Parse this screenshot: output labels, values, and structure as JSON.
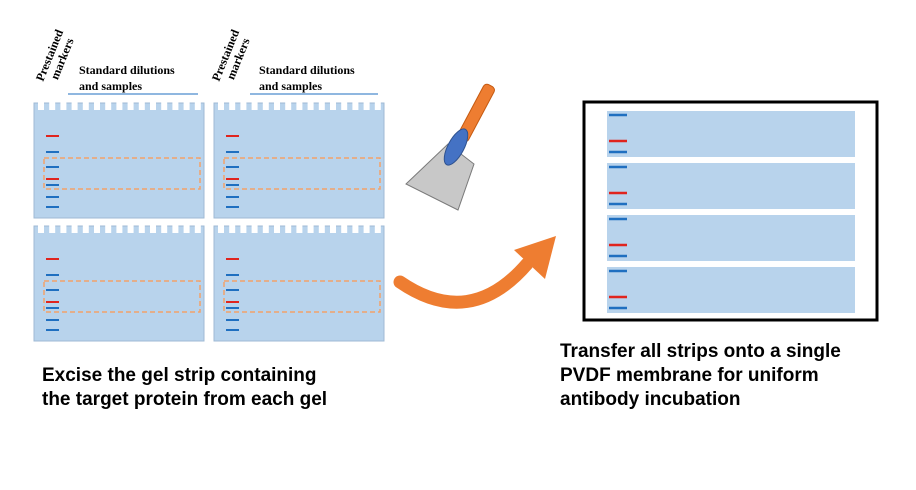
{
  "gel_labels": [
    {
      "marker_line1": "Prestained",
      "marker_line2": "markers",
      "samples_line1": "Standard dilutions",
      "samples_line2": "and samples"
    },
    {
      "marker_line1": "Prestained",
      "marker_line2": "markers",
      "samples_line1": "Standard dilutions",
      "samples_line2": "and samples"
    }
  ],
  "left_caption": {
    "line1": "Excise the gel strip containing",
    "line2": "the target protein from each gel"
  },
  "right_caption": {
    "line1": "Transfer all strips onto a single",
    "line2": "PVDF membrane for uniform",
    "line3": "antibody incubation"
  },
  "colors": {
    "gel_fill": "#b8d3ec",
    "gel_border": "#9fb9d4",
    "marker_red": "#e0241e",
    "marker_blue": "#1f6fc0",
    "excision_box": "#f2a26a",
    "arrow": "#ee7d31",
    "knife_handle": "#ee7d31",
    "knife_blade": "#4472c4",
    "scraper": "#c8c8c8",
    "membrane_border": "#000000"
  },
  "icons": [
    "scraper-knife-icon",
    "curved-arrow-icon"
  ]
}
